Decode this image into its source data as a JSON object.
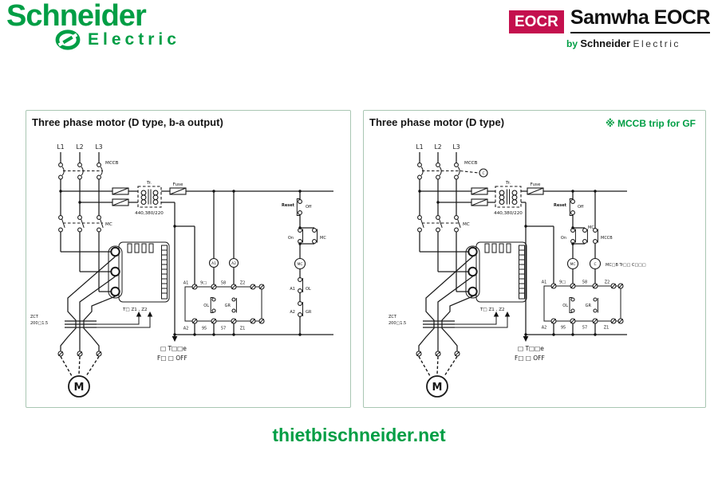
{
  "header": {
    "schneider_wordmark": "Schneider",
    "electric_wordmark": "Electric",
    "eocr_badge": "EOCR",
    "eocr_title": "Samwha EOCR",
    "byline_by": "by",
    "byline_brand": "Schneider",
    "byline_suffix": "Electric"
  },
  "panels": {
    "left": {
      "title": "Three phase motor (D type, b-a output)"
    },
    "right": {
      "title": "Three phase motor (D type)",
      "note": "※ MCCB trip for GF"
    }
  },
  "schematic": {
    "l1": "L1",
    "l2": "L2",
    "l3": "L3",
    "mccb": "MCCB",
    "mc": "MC",
    "tr": "Tr.",
    "tr_ratio": "440,380/220",
    "fuse": "Fuse",
    "zct": "ZCT",
    "zct_ratio": "200□1.5",
    "tz_label": "T□ Z1 , Z2",
    "reset": "Reset",
    "off": "Off",
    "on": "On",
    "a1": "A1",
    "a2": "A2",
    "t96": "9□",
    "t58": "58",
    "t95": "95",
    "t57": "57",
    "z1": "Z1",
    "z2": "Z2",
    "ol": "OL",
    "gr": "GR",
    "motor": "M",
    "note1": "□ T□□e",
    "note2": "F□ □ OFF",
    "trip_c": "C",
    "trip_coil_label": "MC□B Tr□□ C□□□"
  },
  "footer": {
    "site": "thietbischneider.net"
  },
  "colors": {
    "brand_green": "#009E45",
    "eocr_crimson": "#C4104E",
    "line": "#1a1a1a",
    "panel_border": "#a9c6b3"
  }
}
